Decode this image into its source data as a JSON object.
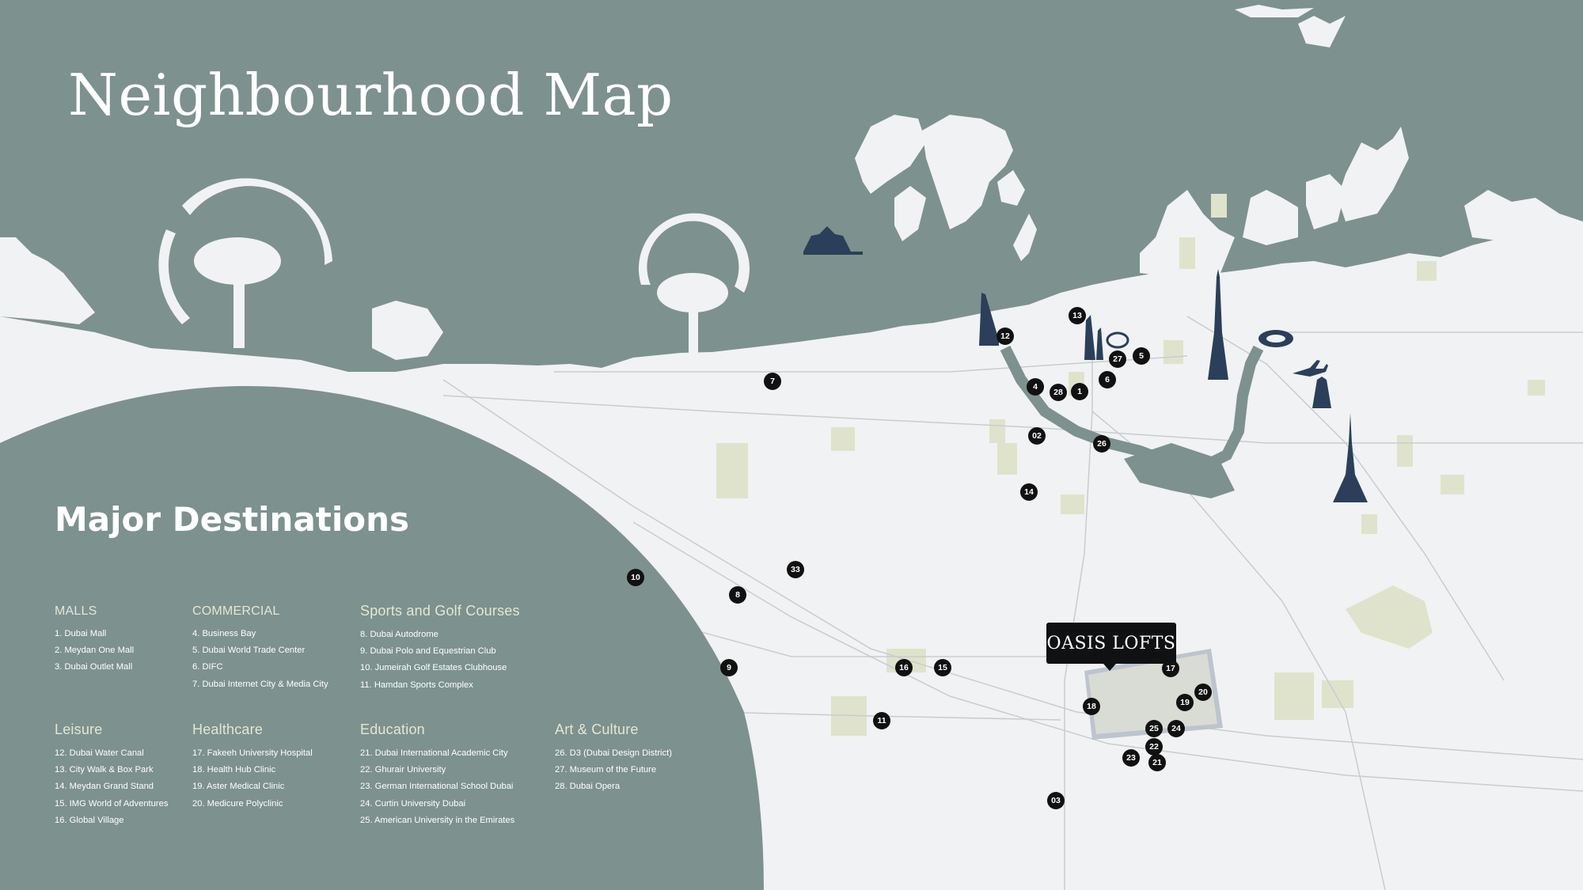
{
  "title": "Neighbourhood Map",
  "destinations_title": "Major Destinations",
  "project_label": "OASIS LOFTS",
  "icons": {
    "burj_al_arab": "burj-al-arab-icon",
    "emirates_towers": "emirates-towers-icon",
    "burj_khalifa": "burj-khalifa-icon",
    "museum_of_future": "museum-of-the-future-icon",
    "dubai_frame": "dubai-frame-icon",
    "airplane": "airplane-icon",
    "airport_tower": "airport-tower-icon",
    "creek_tower": "creek-tower-icon",
    "atlantis": "atlantis-icon"
  },
  "colors": {
    "sea": "#7d918e",
    "land": "#f1f2f3",
    "park": "#dfe3cc",
    "marker": "#111111",
    "landmark": "#2b3f5a"
  },
  "legend": [
    {
      "category": "MALLS",
      "items": [
        "1. Dubai Mall",
        "2. Meydan One Mall",
        "3. Dubai Outlet Mall"
      ]
    },
    {
      "category": "COMMERCIAL",
      "items": [
        "4.  Business Bay",
        "5.  Dubai World Trade Center",
        "6.  DIFC",
        "7.  Dubai Internet City & Media City"
      ]
    },
    {
      "category": "Sports and Golf Courses",
      "items": [
        "8.  Dubai Autodrome",
        "9.  Dubai Polo and Equestrian Club",
        "10.  Jumeirah Golf Estates Clubhouse",
        "11.  Hamdan Sports Complex"
      ]
    },
    {
      "category": "Leisure",
      "items": [
        "12.  Dubai Water Canal",
        "13.  City Walk & Box Park",
        "14.  Meydan Grand Stand",
        "15.  IMG World of Adventures",
        "16.  Global Village"
      ]
    },
    {
      "category": "Healthcare",
      "items": [
        "17.  Fakeeh University Hospital",
        "18.  Health Hub Clinic",
        "19.  Aster Medical Clinic",
        "20.  Medicure Polyclinic"
      ]
    },
    {
      "category": "Education",
      "items": [
        "21.  Dubai International Academic City",
        "22.  Ghurair University",
        "23.  German International School Dubai",
        "24.  Curtin University Dubai",
        "25.  American University in the Emirates"
      ]
    },
    {
      "category": "Art & Culture",
      "items": [
        "26.  D3 (Dubai Design District)",
        "27.  Museum of the Future",
        "28.  Dubai Opera"
      ]
    }
  ],
  "markers": [
    "1",
    "02",
    "03",
    "4",
    "5",
    "6",
    "7",
    "8",
    "9",
    "10",
    "11",
    "12",
    "13",
    "14",
    "15",
    "16",
    "17",
    "18",
    "19",
    "20",
    "21",
    "22",
    "23",
    "24",
    "25",
    "26",
    "27",
    "28",
    "33"
  ]
}
